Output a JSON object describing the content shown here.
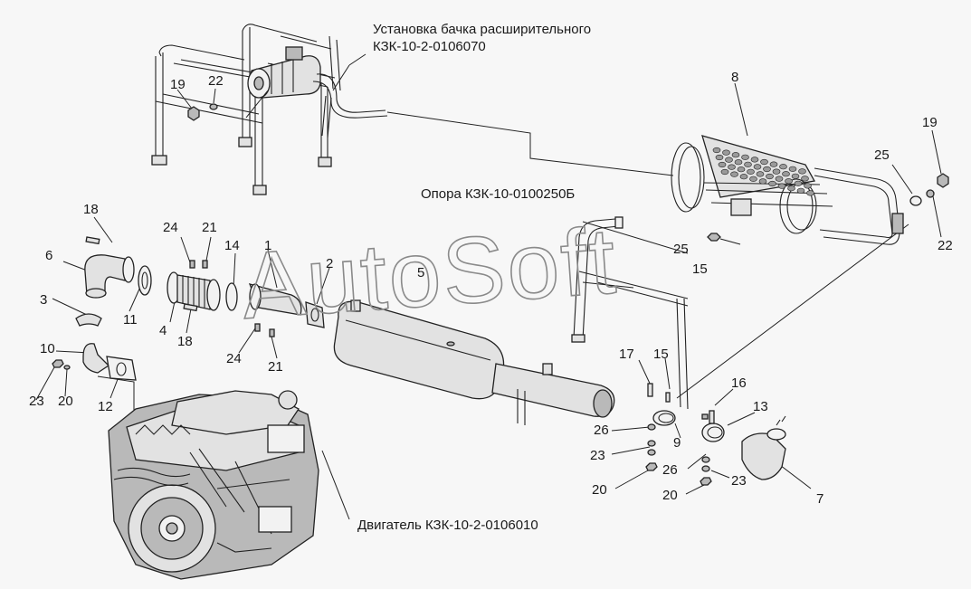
{
  "captions": {
    "tank_line1": "Установка бачка расширительного",
    "tank_line2": "КЗК-10-2-0106070",
    "support": "Опора КЗК-10-0100250Б",
    "engine": "Двигатель КЗК-10-2-0106010"
  },
  "watermark": "AutoSoft",
  "callouts": {
    "c1": "1",
    "c2": "2",
    "c3": "3",
    "c4": "4",
    "c5": "5",
    "c6": "6",
    "c7": "7",
    "c8": "8",
    "c9": "9",
    "c10": "10",
    "c11": "11",
    "c12": "12",
    "c13": "13",
    "c14": "14",
    "c15a": "15",
    "c15b": "15",
    "c16": "16",
    "c17": "17",
    "c18a": "18",
    "c18b": "18",
    "c19a": "19",
    "c19b": "19",
    "c20a": "20",
    "c20b": "20",
    "c20c": "20",
    "c21a": "21",
    "c21b": "21",
    "c22a": "22",
    "c22b": "22",
    "c23a": "23",
    "c23b": "23",
    "c23c": "23",
    "c24a": "24",
    "c24b": "24",
    "c25a": "25",
    "c25b": "25",
    "c26a": "26",
    "c26b": "26"
  }
}
